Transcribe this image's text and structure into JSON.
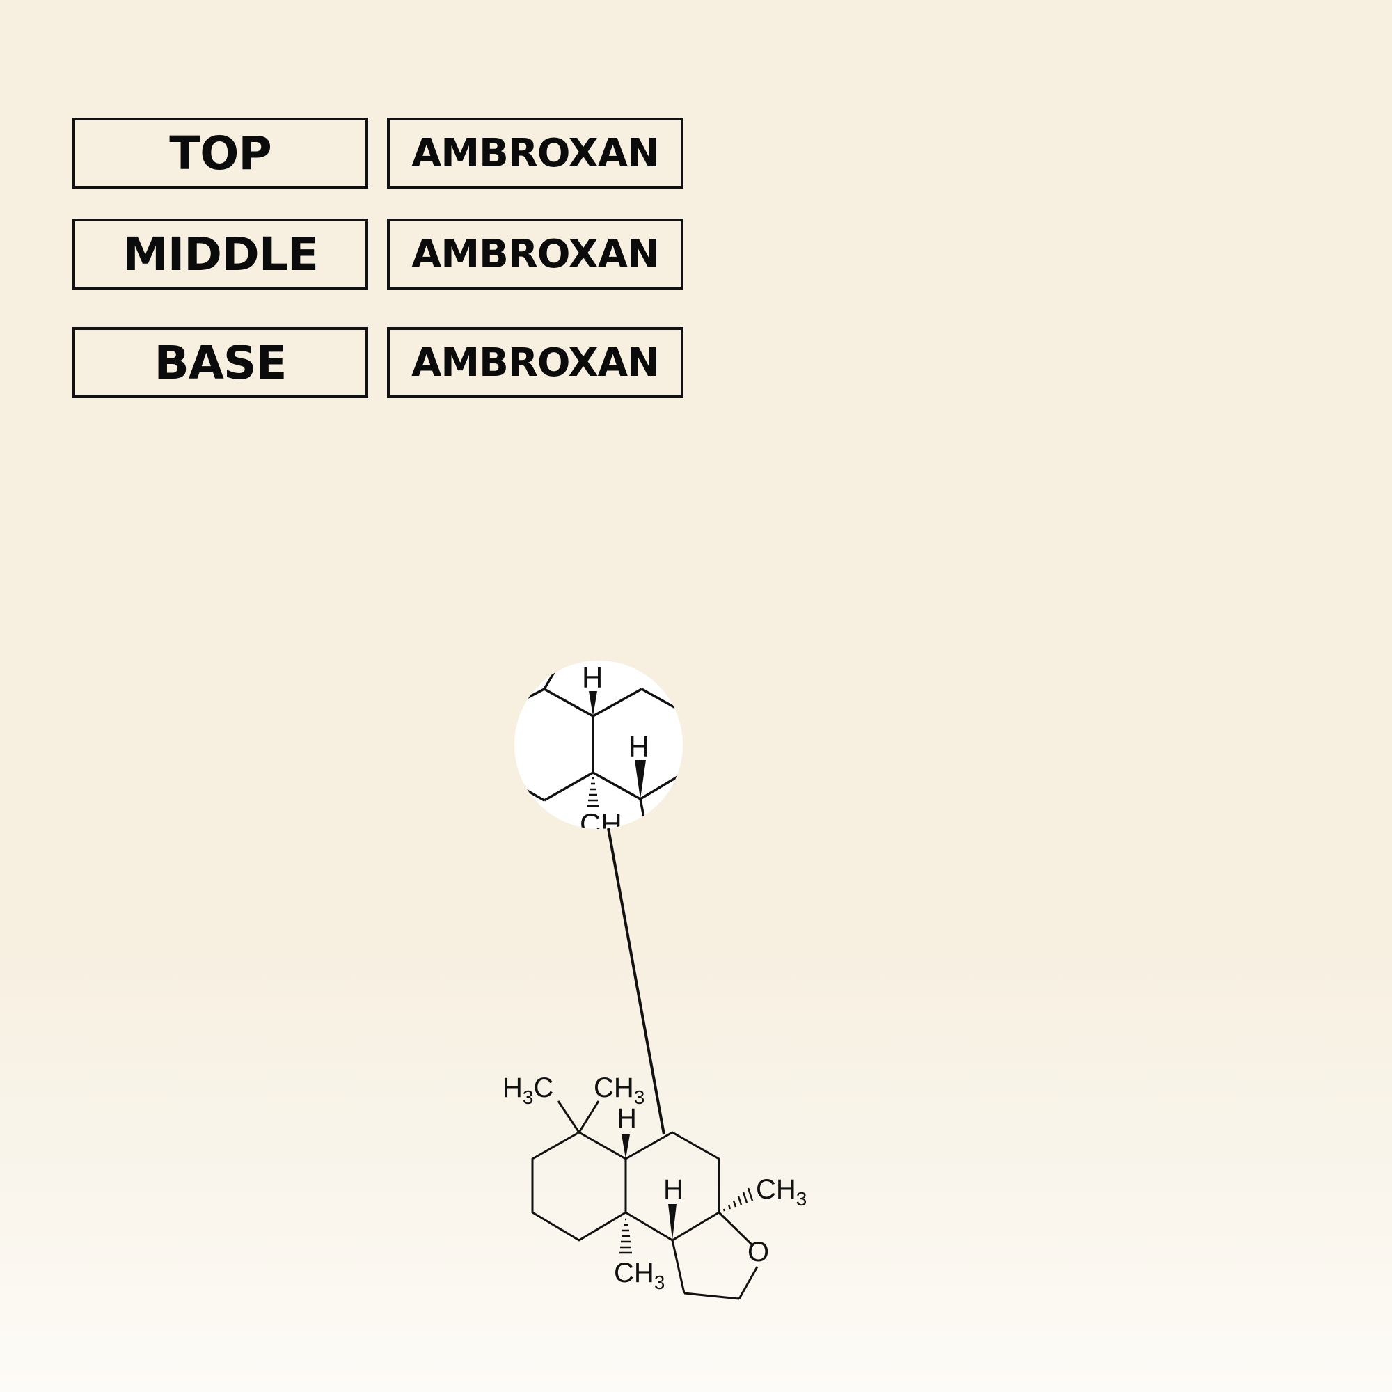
{
  "notes": [
    {
      "tier": "TOP",
      "ingredient": "AMBROXAN"
    },
    {
      "tier": "MIDDLE",
      "ingredient": "AMBROXAN"
    },
    {
      "tier": "BASE",
      "ingredient": "AMBROXAN"
    }
  ],
  "molecule": {
    "atom_labels": {
      "h3c": "H",
      "h3c_sub": "3",
      "h3c_c": "C",
      "ch3_top": "CH",
      "ch3_top_sub": "3",
      "h_bridge": "H",
      "h_ring": "H",
      "ch3_right": "CH",
      "ch3_right_sub": "3",
      "oxygen": "O",
      "ch3_bottom": "CH",
      "ch3_bottom_sub": "3"
    },
    "zoom_labels": {
      "h1": "H",
      "h2": "H",
      "ch_partial": "CH"
    }
  },
  "colors": {
    "background": "#f7f0e1",
    "ink": "#111111"
  }
}
